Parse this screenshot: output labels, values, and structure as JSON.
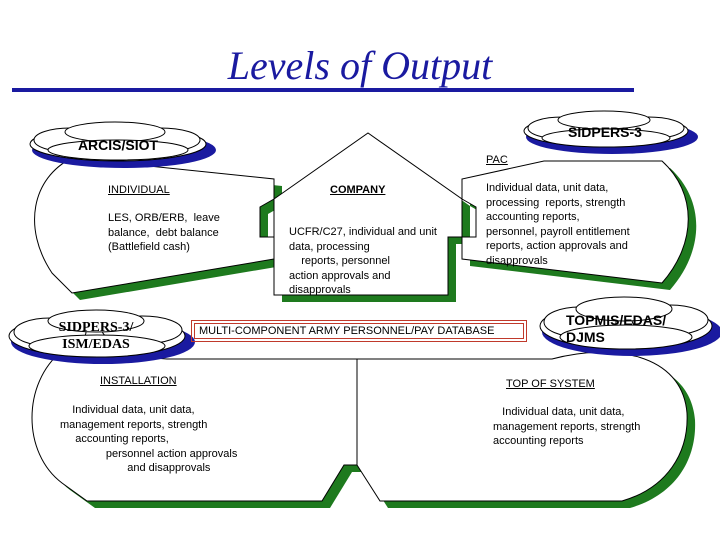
{
  "title": "Levels of Output",
  "clouds": {
    "arcis": "ARCIS/SIOT",
    "sidpers3": "SIDPERS-3",
    "sidpers3_ism": "SIDPERS-3/\nISM/EDAS",
    "topmis": "TOPMIS/EDAS/\nDJMS"
  },
  "individual": {
    "heading": "INDIVIDUAL",
    "body": "LES, ORB/ERB,  leave\nbalance,  debt balance\n(Battlefield cash)"
  },
  "company": {
    "heading": "COMPANY",
    "body": "UCFR/C27, individual and unit\ndata, processing\n    reports, personnel\naction approvals and\ndisapprovals"
  },
  "pac": {
    "heading": "PAC",
    "body": "Individual data, unit data,\nprocessing  reports, strength\naccounting reports,\npersonnel, payroll entitlement\nreports, action approvals and\ndisapprovals"
  },
  "database": "MULTI-COMPONENT  ARMY PERSONNEL/PAY DATABASE",
  "installation": {
    "heading": "INSTALLATION",
    "body": "    Individual data, unit data,\nmanagement reports, strength\n     accounting reports,\n               personnel action approvals\n                      and disapprovals"
  },
  "top_of_system": {
    "heading": "TOP OF SYSTEM",
    "body": "   Individual data, unit data,\nmanagement reports, strength\naccounting reports"
  },
  "colors": {
    "title": "#1a1aa0",
    "shadow": "#1e7a1e",
    "cloud_shadow": "#1a1aa0",
    "db_border": "#c0392b"
  }
}
